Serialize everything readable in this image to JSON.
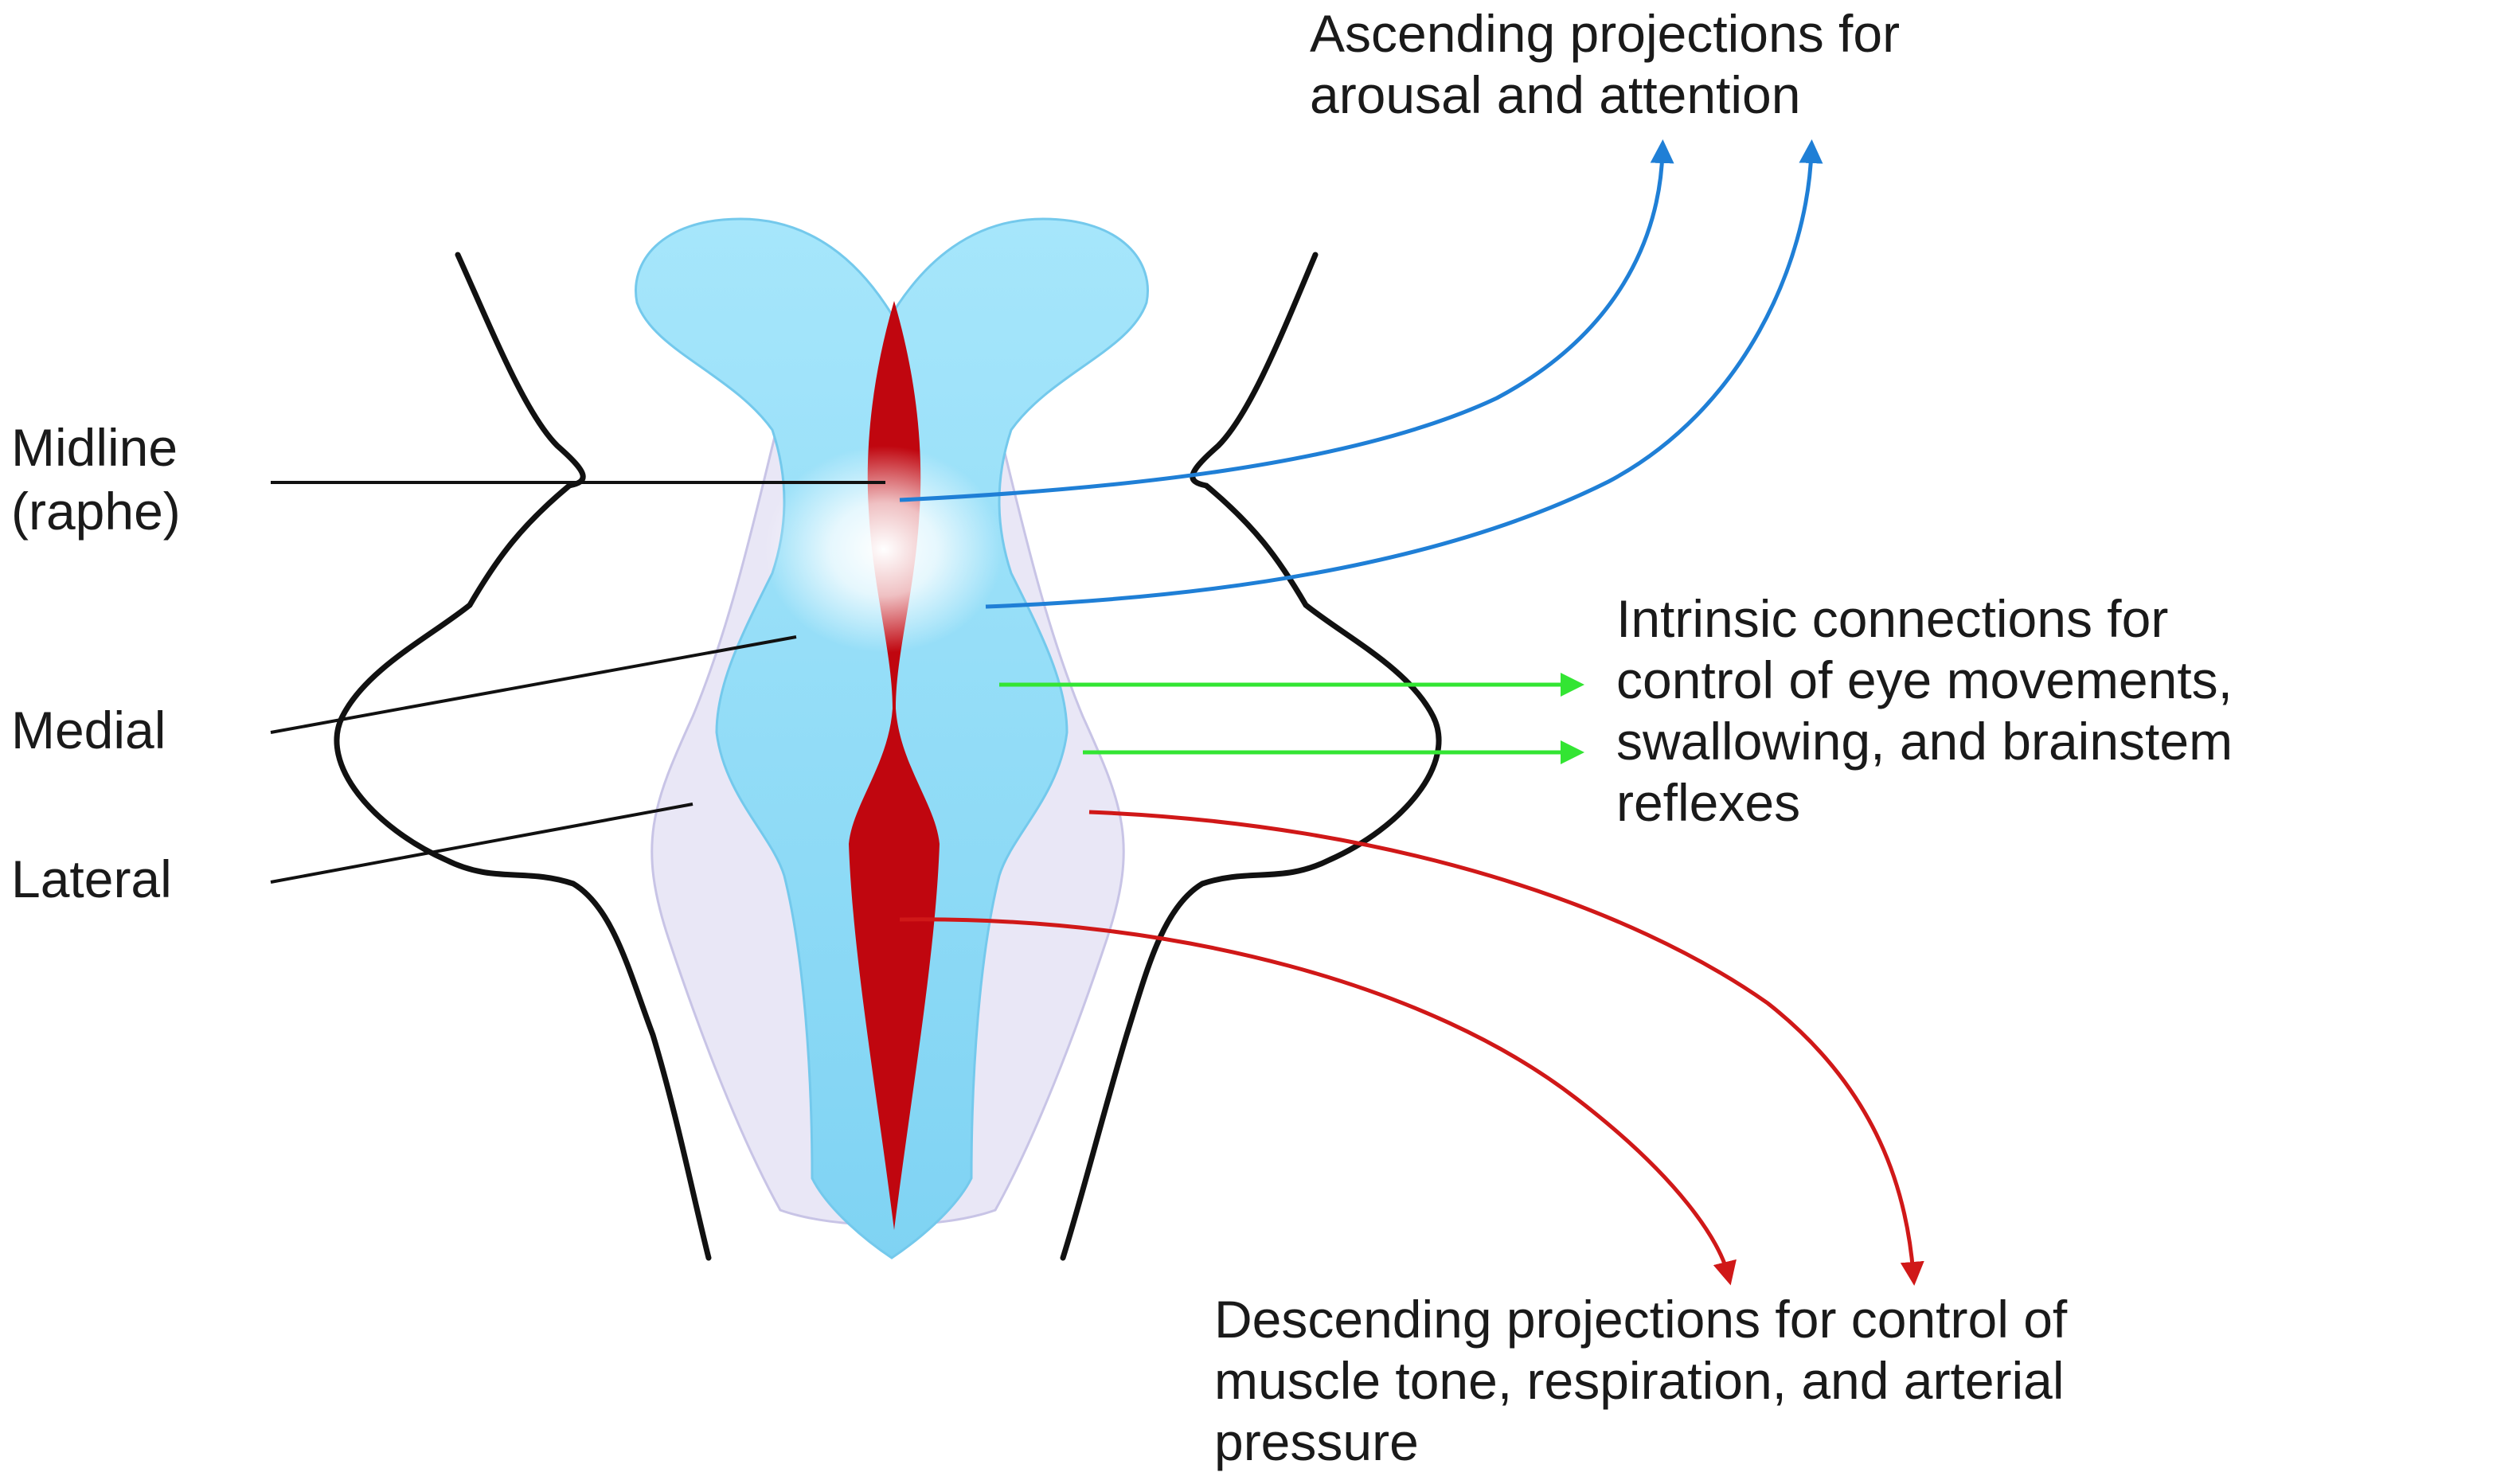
{
  "labels": {
    "midline_line1": "Midline",
    "midline_line2": "(raphe)",
    "medial": "Medial",
    "lateral": "Lateral"
  },
  "annotations": {
    "ascending_line1": "Ascending projections for",
    "ascending_line2": "arousal and attention",
    "intrinsic_line1": "Intrinsic connections for",
    "intrinsic_line2": "control of eye movements,",
    "intrinsic_line3": "swallowing, and brainstem",
    "intrinsic_line4": "reflexes",
    "descending_line1": "Descending projections for control of",
    "descending_line2": "muscle tone, respiration, and arterial",
    "descending_line3": "pressure"
  },
  "colors": {
    "ascending_arrow": "#1f7fd6",
    "intrinsic_arrow": "#33e533",
    "descending_arrow": "#d01818",
    "midline_red": "#c0060f",
    "medial_blue": "#8fdcf7",
    "lateral_lavender": "#e9e7f6",
    "outline": "#111111"
  }
}
